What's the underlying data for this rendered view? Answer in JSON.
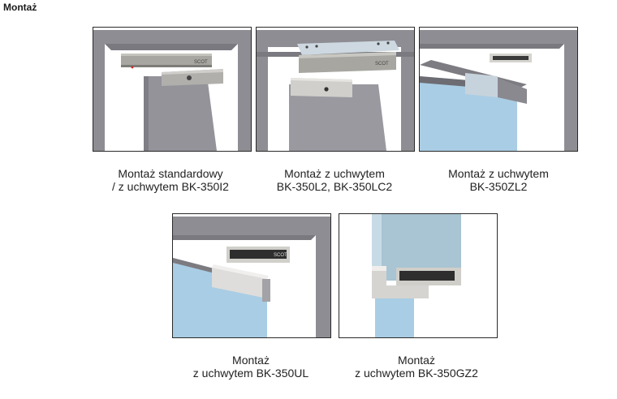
{
  "page": {
    "heading": "Montaż"
  },
  "items": [
    {
      "line1": "Montaż standardowy",
      "line2": "/ z uchwytem BK-350I2",
      "brand": "SCOT"
    },
    {
      "line1": "Montaż z uchwytem",
      "line2": "BK-350L2, BK-350LC2",
      "brand": "SCOT"
    },
    {
      "line1": "Montaż z uchwytem",
      "line2": "BK-350ZL2"
    },
    {
      "line1": "Montaż",
      "line2": "z uchwytem BK-350UL",
      "brand": "SCOT"
    },
    {
      "line1": "Montaż",
      "line2": "z uchwytem BK-350GZ2"
    }
  ],
  "colors": {
    "frame": "#8e8d93",
    "frame_dark": "#6d6c72",
    "door_grey": "#9a99a0",
    "glass": "#a9cde4",
    "magnet": "#a7a6a0",
    "bracket": "#c7d3dc"
  }
}
